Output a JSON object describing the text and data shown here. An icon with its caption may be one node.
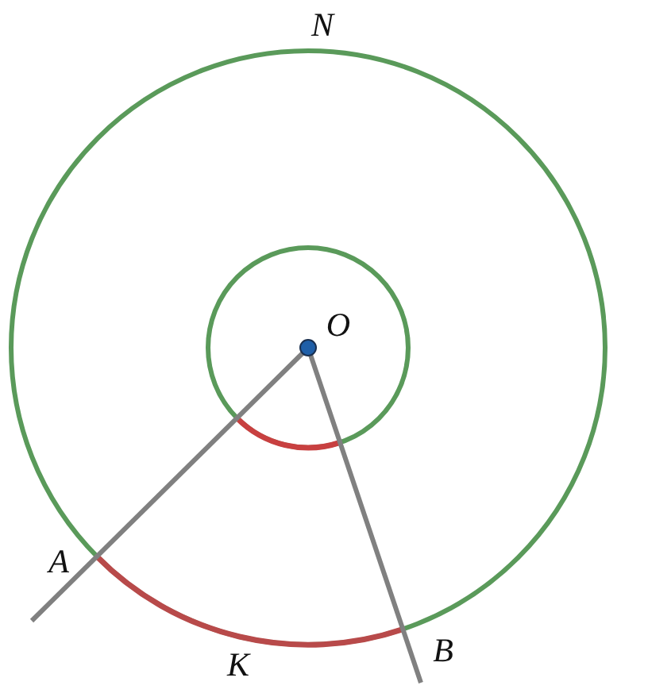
{
  "diagram": {
    "labels": [
      "N",
      "O",
      "A",
      "K",
      "B"
    ]
  }
}
